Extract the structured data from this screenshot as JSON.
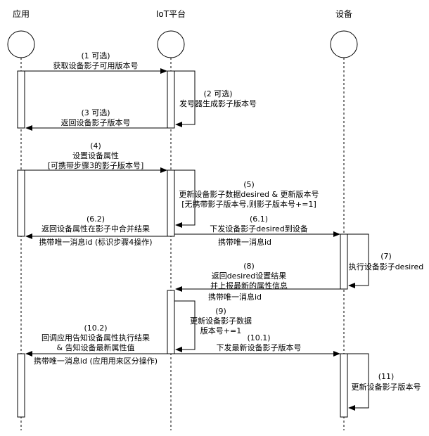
{
  "actors": [
    {
      "id": "app",
      "label": "应用"
    },
    {
      "id": "iot",
      "label": "IoT平台"
    },
    {
      "id": "device",
      "label": "设备"
    }
  ],
  "messages": {
    "m1": [
      "(1 可选)",
      "获取设备影子可用版本号"
    ],
    "m2": [
      "(2 可选)",
      "发号器生成影子版本号"
    ],
    "m3": [
      "(3 可选)",
      "返回设备影子版本号"
    ],
    "m4": [
      "(4)",
      "设置设备属性",
      "[可携带步骤3的影子版本号]"
    ],
    "m5": [
      "(5)",
      "更新设备影子数据desired & 更新版本号",
      "[无携带影子版本号,则影子版本号+=1]"
    ],
    "m61": [
      "(6.1)",
      "下发设备影子desired到设备",
      "携带唯一消息id"
    ],
    "m62": [
      "(6.2)",
      "返回设备属性在影子中合并结果",
      "携带唯一消息id (标识步骤4操作)"
    ],
    "m7": [
      "(7)",
      "执行设备影子desired"
    ],
    "m8": [
      "(8)",
      "返回desired设置结果",
      "并上报最新的属性信息",
      "携带唯一消息id"
    ],
    "m9": [
      "(9)",
      "更新设备影子数据",
      "版本号+=1"
    ],
    "m101": [
      "(10.1)",
      "下发最新设备影子版本号"
    ],
    "m102": [
      "(10.2)",
      "回调应用告知设备属性执行结果",
      "& 告知设备最新属性值",
      "携带唯一消息id (应用用来区分操作)"
    ],
    "m11": [
      "(11)",
      "更新设备影子版本号"
    ]
  }
}
